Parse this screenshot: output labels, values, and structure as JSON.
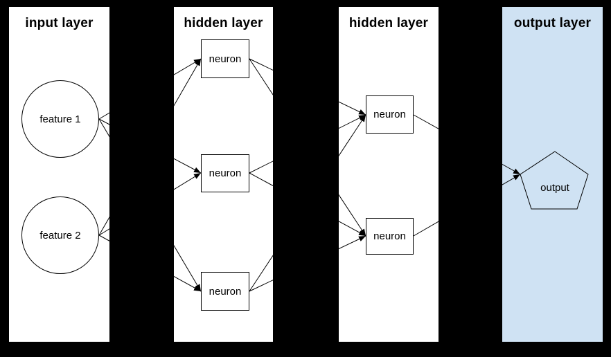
{
  "diagram": {
    "type": "neural-network",
    "background_color": "#000000",
    "line_color": "#000000",
    "output_panel_color": "#cfe2f3",
    "panel_color": "#ffffff",
    "layers": [
      {
        "id": "input",
        "title": "input layer",
        "nodes": [
          {
            "id": "feature-1",
            "label": "feature 1",
            "shape": "circle"
          },
          {
            "id": "feature-2",
            "label": "feature 2",
            "shape": "circle"
          }
        ]
      },
      {
        "id": "hidden-1",
        "title": "hidden layer",
        "nodes": [
          {
            "id": "h1-neuron-1",
            "label": "neuron",
            "shape": "rectangle"
          },
          {
            "id": "h1-neuron-2",
            "label": "neuron",
            "shape": "rectangle"
          },
          {
            "id": "h1-neuron-3",
            "label": "neuron",
            "shape": "rectangle"
          }
        ]
      },
      {
        "id": "hidden-2",
        "title": "hidden layer",
        "nodes": [
          {
            "id": "h2-neuron-1",
            "label": "neuron",
            "shape": "rectangle"
          },
          {
            "id": "h2-neuron-2",
            "label": "neuron",
            "shape": "rectangle"
          }
        ]
      },
      {
        "id": "output",
        "title": "output layer",
        "nodes": [
          {
            "id": "output-node",
            "label": "output",
            "shape": "pentagon"
          }
        ]
      }
    ],
    "connections": [
      {
        "from": "feature-1",
        "to": "h1-neuron-1"
      },
      {
        "from": "feature-1",
        "to": "h1-neuron-2"
      },
      {
        "from": "feature-1",
        "to": "h1-neuron-3"
      },
      {
        "from": "feature-2",
        "to": "h1-neuron-1"
      },
      {
        "from": "feature-2",
        "to": "h1-neuron-2"
      },
      {
        "from": "feature-2",
        "to": "h1-neuron-3"
      },
      {
        "from": "h1-neuron-1",
        "to": "h2-neuron-1"
      },
      {
        "from": "h1-neuron-1",
        "to": "h2-neuron-2"
      },
      {
        "from": "h1-neuron-2",
        "to": "h2-neuron-1"
      },
      {
        "from": "h1-neuron-2",
        "to": "h2-neuron-2"
      },
      {
        "from": "h1-neuron-3",
        "to": "h2-neuron-1"
      },
      {
        "from": "h1-neuron-3",
        "to": "h2-neuron-2"
      },
      {
        "from": "h2-neuron-1",
        "to": "output-node"
      },
      {
        "from": "h2-neuron-2",
        "to": "output-node"
      }
    ]
  }
}
